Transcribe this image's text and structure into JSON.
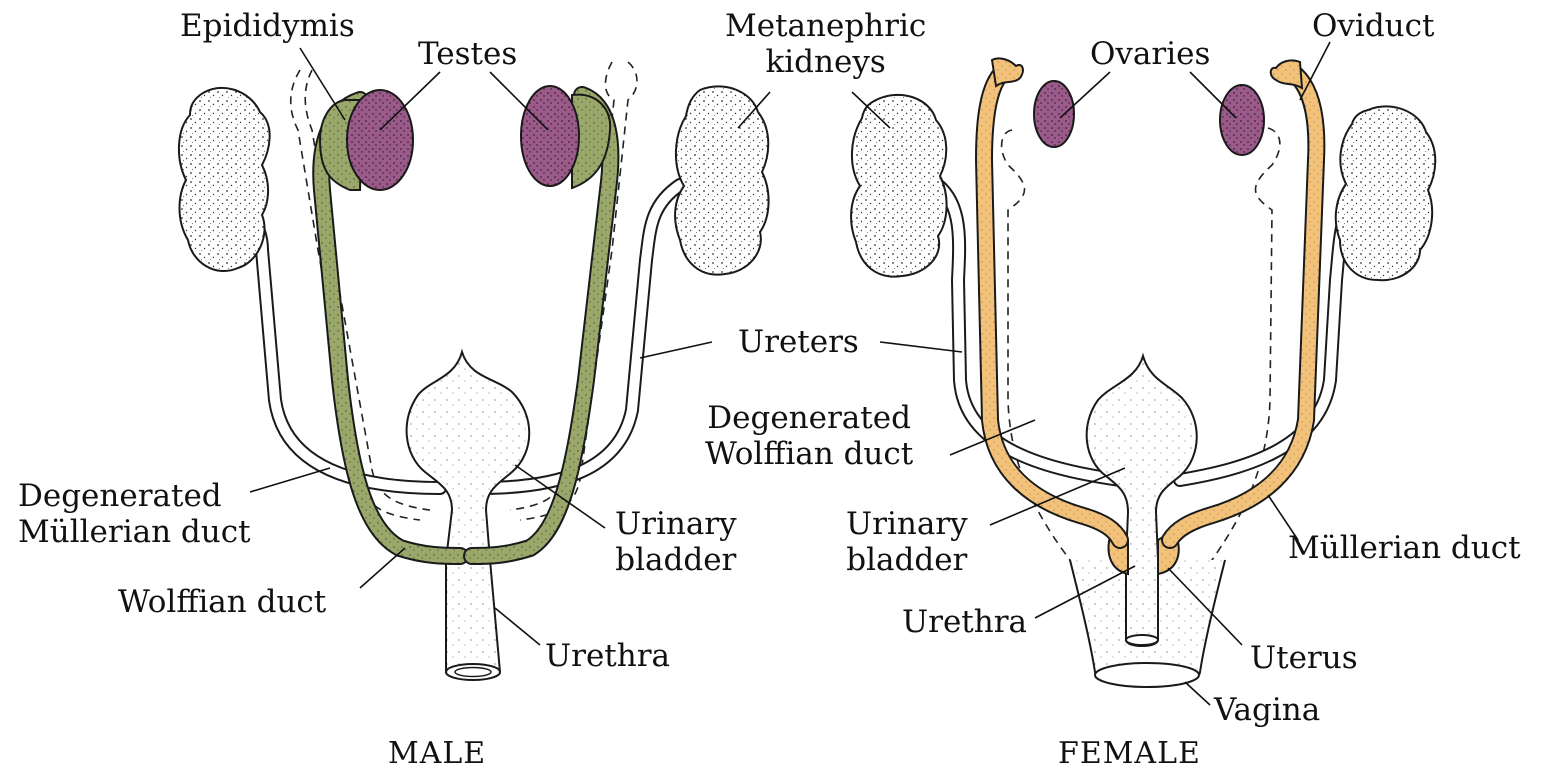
{
  "colors": {
    "male_duct": "#9aa96b",
    "testes": "#9b5b8a",
    "female_duct": "#f2c27b",
    "ovaries": "#9b5b8a",
    "outline": "#1a1a1a",
    "background": "#ffffff"
  },
  "male": {
    "caption": "MALE",
    "labels": {
      "epididymis": "Epididymis",
      "testes": "Testes",
      "ureters": "Ureters",
      "degenerated_mullerian_1": "Degenerated",
      "degenerated_mullerian_2": "Müllerian duct",
      "urinary_bladder_1": "Urinary",
      "urinary_bladder_2": "bladder",
      "wolffian_duct": "Wolffian duct",
      "urethra": "Urethra"
    }
  },
  "female": {
    "caption": "FEMALE",
    "labels": {
      "metanephric_1": "Metanephric",
      "metanephric_2": "kidneys",
      "ovaries": "Ovaries",
      "oviduct": "Oviduct",
      "degenerated_wolffian_1": "Degenerated",
      "degenerated_wolffian_2": "Wolffian duct",
      "urinary_bladder_1": "Urinary",
      "urinary_bladder_2": "bladder",
      "mullerian_duct": "Müllerian duct",
      "urethra": "Urethra",
      "uterus": "Uterus",
      "vagina": "Vagina"
    }
  }
}
